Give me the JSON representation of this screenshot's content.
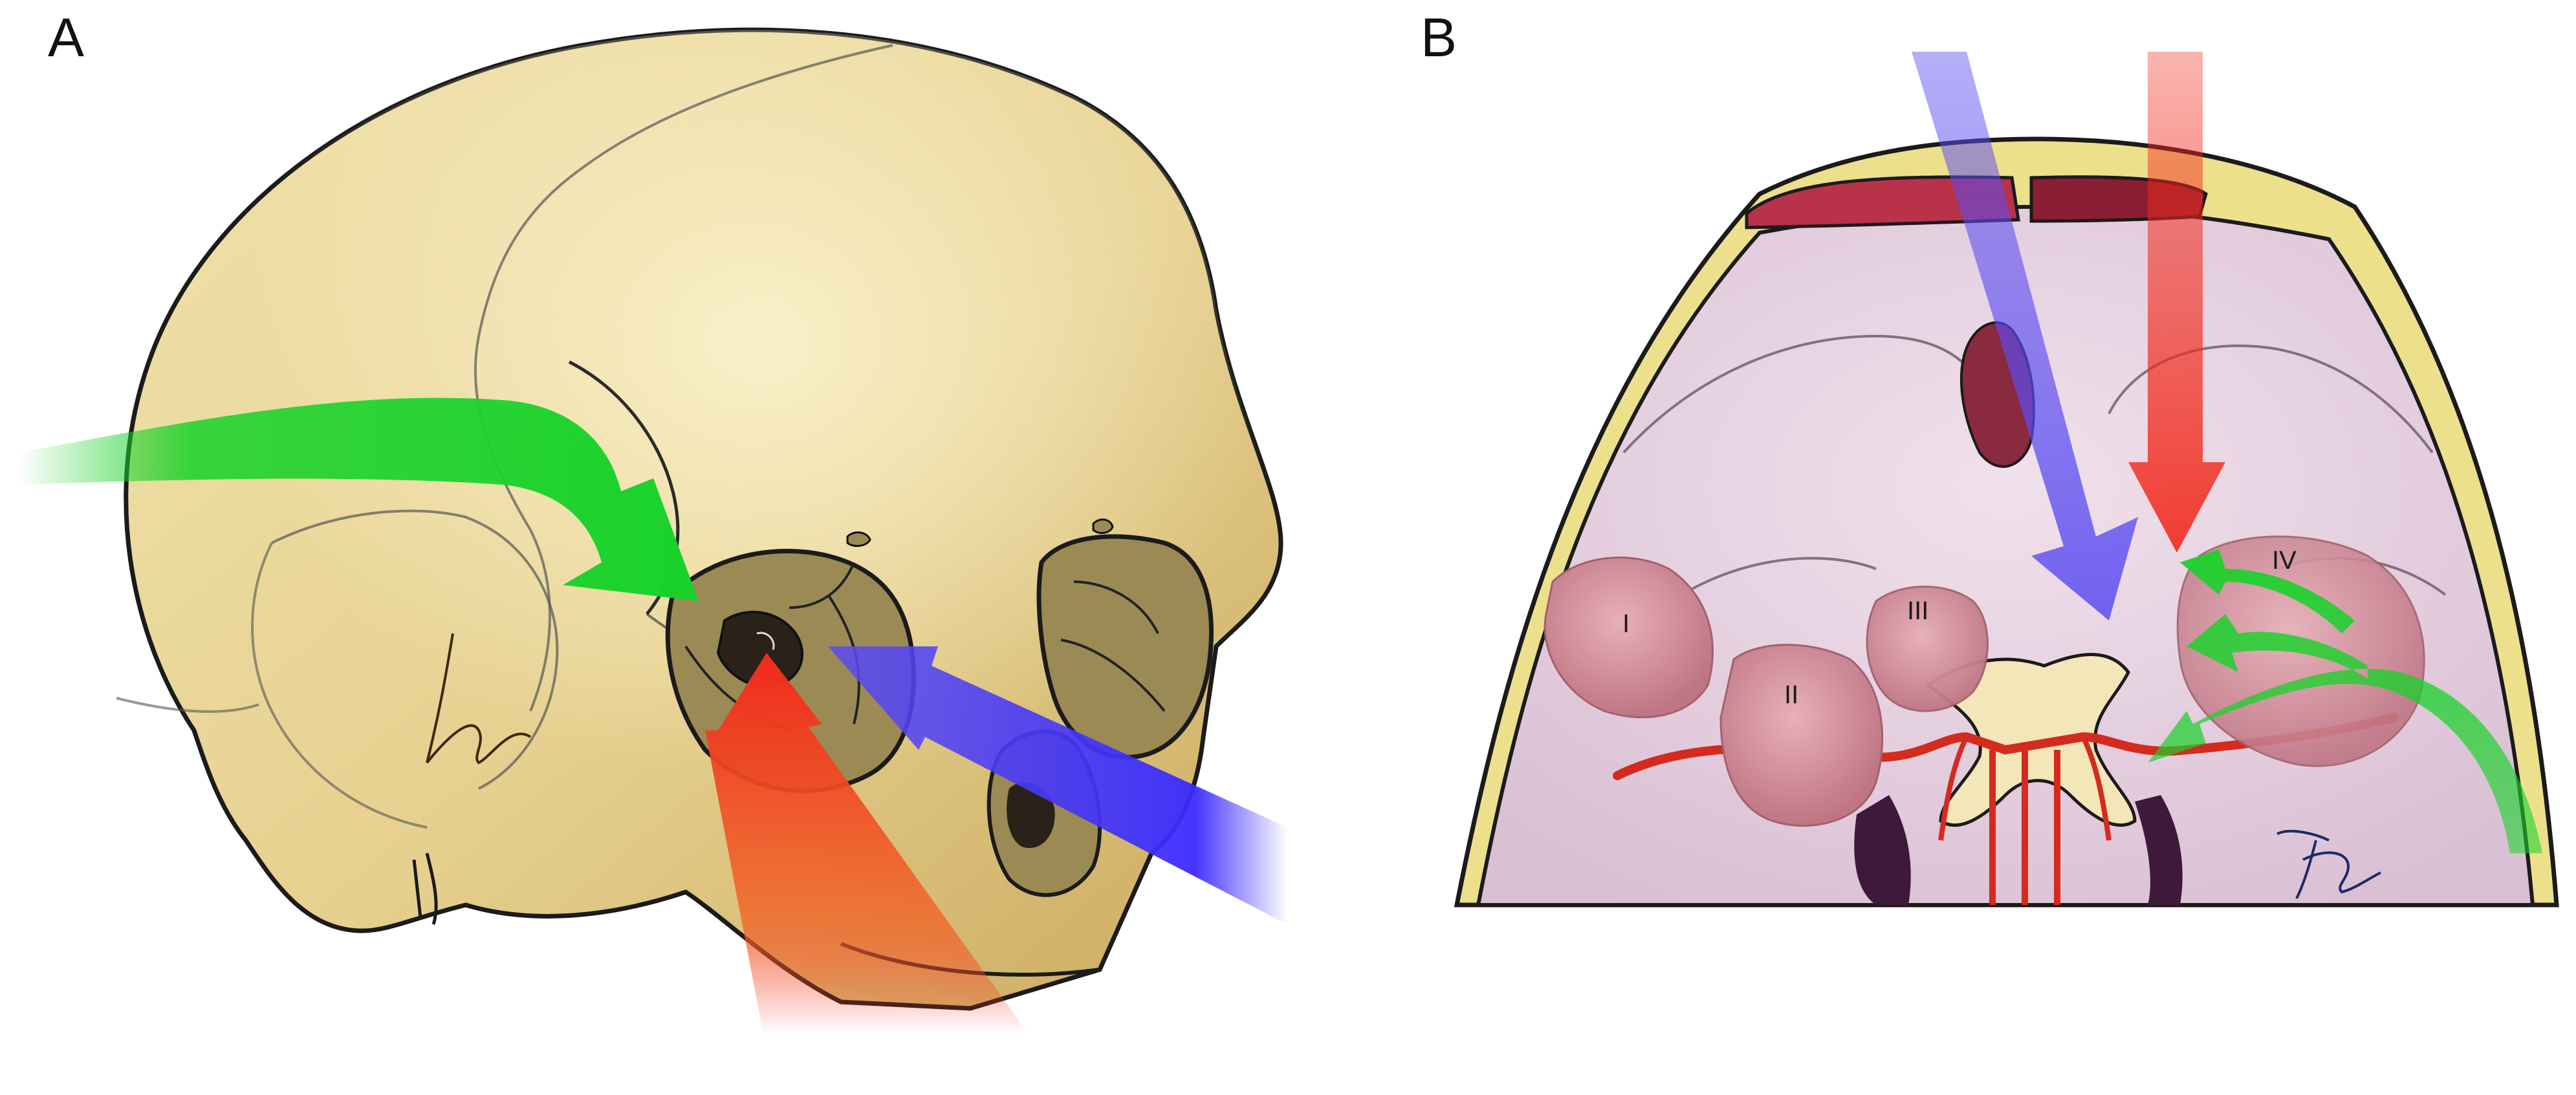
{
  "panels": {
    "a": {
      "letter": "A"
    },
    "b": {
      "letter": "B"
    }
  },
  "region_labels": {
    "i": "I",
    "ii": "II",
    "iii": "III",
    "iv": "IV"
  },
  "colors": {
    "skull": "#e9d79a",
    "skull_shadow": "#cdb46a",
    "orbit": "#9c8a55",
    "outline": "#1b1b1b",
    "approach_green": "#19d22a",
    "approach_red": "#f22a1c",
    "approach_blue": "#2f1ef0",
    "cranial_floor": "#e2c9dc",
    "tumor": "#cf8a96",
    "artery": "#e0261c",
    "bone_rim": "#ece08c"
  },
  "icons": {
    "signature_a": "artist-signature-icon",
    "signature_b": "artist-signature-icon"
  }
}
